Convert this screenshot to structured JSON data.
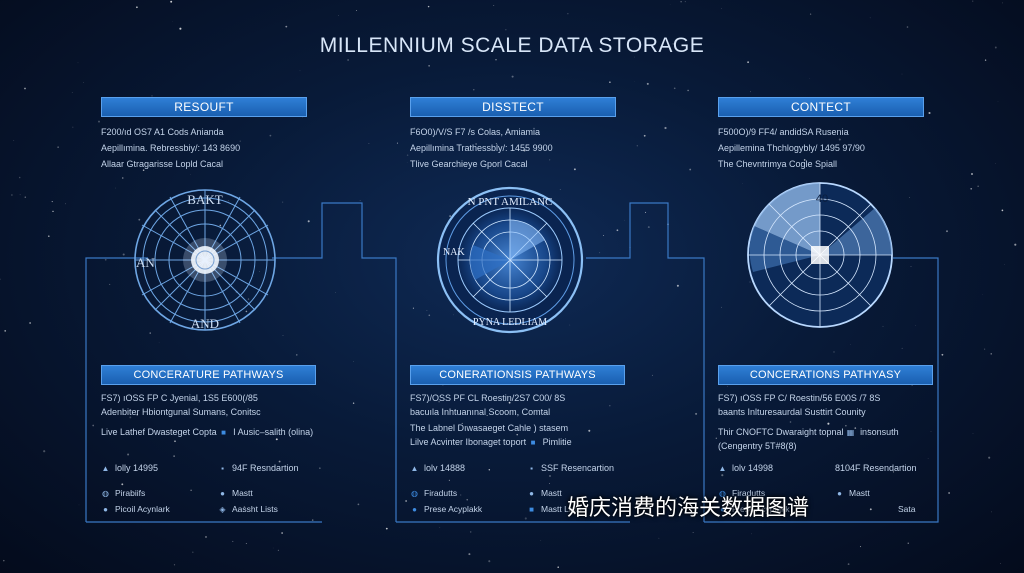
{
  "title": "MILLENNIUM SCALE DATA STORAGE",
  "subtitle": "婚庆消费的海关数据图谱",
  "colors": {
    "accent": "#2f7fd6",
    "frame": "#3a78c4",
    "bg": "#081a38"
  },
  "columns": [
    {
      "header": "RESOUFT",
      "lines": [
        "F200/ıd OS7 A1 Cods Anianda",
        "Aepillımina. Rebressbiy/: 143 8690",
        "Allaar Gtragarisse Lopld Cacal"
      ],
      "dial_top": "BAKT",
      "dial_left": "AN",
      "dial_bottom": "AND",
      "section_title": "CONCERATURE PATHWAYS",
      "section_lines": [
        "FS7) ıOSS FP C Jyenial, 1S5 E600(/85",
        "Adenbiter Hbiontgunal Sumans, Conitsc",
        "Live Lathef Dwasteget Copta",
        "I Ausic–salith (olina)"
      ],
      "stat_left": "lolly 14995",
      "stat_right": "94F Resndartion",
      "legend": [
        "Pirabiifs",
        "Mastt",
        "Picoil Acynlark",
        "Aassht Lists"
      ]
    },
    {
      "header": "DISSTECT",
      "lines": [
        "F6O0)/V/S F7 /s Colas, Amiamia",
        "Aepillımina Trathessbly/: 1455 9900",
        "Tlive Gearchieye Gporl Cacal"
      ],
      "dial_top": "N PNT AMILANC",
      "dial_left": "NAK",
      "dial_bottom": "PYNA LEDLIAM",
      "section_title": "CONERATIONSIS PATHWAYS",
      "section_lines": [
        "FS7)/OSS PF CL Roestin/2S7 C00/ 8S",
        "bacuıla Inhtuanınal Scoom, Comtal",
        "The Labnel Dıwasaeget Cahle ) stasem",
        "Lilve Acvinter Ibonaget toport",
        "Pimlitie"
      ],
      "stat_left": "lolv 14888",
      "stat_right": "SSF Resencartion",
      "legend": [
        "Firadutts",
        "Mastt",
        "Prese Acyplakk",
        "Mastt Lists"
      ]
    },
    {
      "header": "CONTECT",
      "lines": [
        "F500O)/9 FF4/ andidSA Rusenia",
        "Aepillemina Thchlogybly/ 1495 97/90",
        "The Chevntrimya Cogle Spiall"
      ],
      "dial_top": "40",
      "dial_left": "",
      "dial_bottom": "",
      "section_title": "CONCERATIONS PATHYASY",
      "section_lines": [
        "FS7) ıOSS FP C/ Roestin/56 E00S /7 8S",
        "baants Inlturesaurdal Susttirt Counity",
        "Thir CNOFTC Dwaraight topnal",
        "(Cengentry 5T#8(8)",
        "insonsuth"
      ],
      "stat_left": "lolv 14998",
      "stat_right": "8104F Resendartion",
      "legend": [
        "Firadutts",
        "Mastt",
        "Frese Acyplakk",
        "Sata"
      ]
    }
  ]
}
